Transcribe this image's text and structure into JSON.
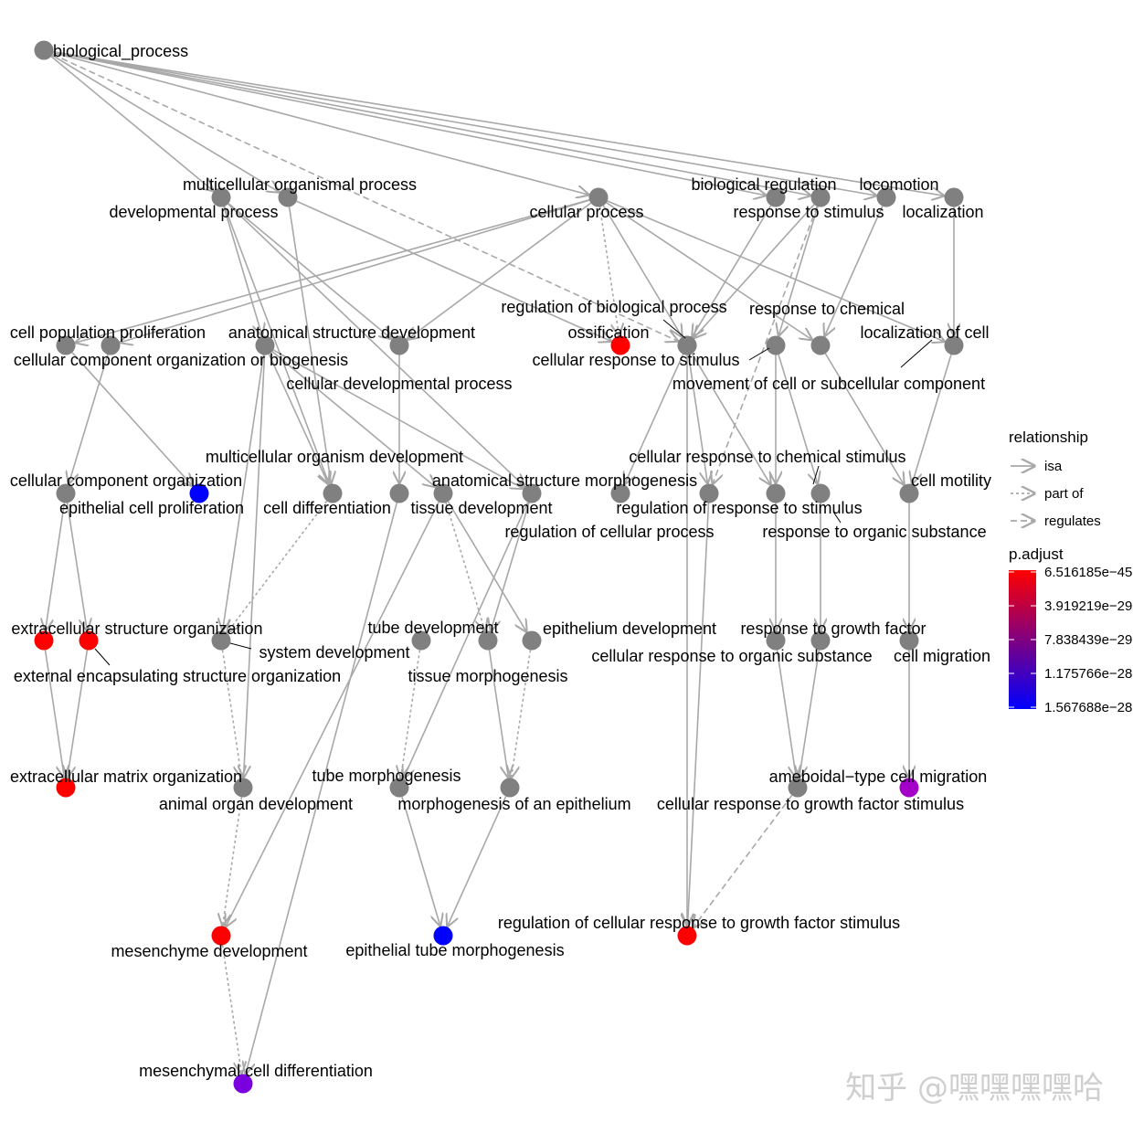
{
  "colors": {
    "neutral": "#808080",
    "edge": "#a8a8a8",
    "red": "#ff0000",
    "purple": "#a300c8",
    "violet": "#7a00e0",
    "blue": "#0000ff"
  },
  "nodes": [
    {
      "id": "bp",
      "label": "biological_process",
      "color": "#808080"
    },
    {
      "id": "mop",
      "label": "multicellular organismal process",
      "color": "#808080"
    },
    {
      "id": "dev",
      "label": "developmental process",
      "color": "#808080"
    },
    {
      "id": "cp",
      "label": "cellular process",
      "color": "#808080"
    },
    {
      "id": "breg",
      "label": "biological regulation",
      "color": "#808080"
    },
    {
      "id": "rts",
      "label": "response to stimulus",
      "color": "#808080"
    },
    {
      "id": "loco",
      "label": "locomotion",
      "color": "#808080"
    },
    {
      "id": "loc",
      "label": "localization",
      "color": "#808080"
    },
    {
      "id": "rbp",
      "label": "regulation of biological process",
      "color": "#808080"
    },
    {
      "id": "rchem",
      "label": "response to chemical",
      "color": "#808080"
    },
    {
      "id": "cpp",
      "label": "cell population proliferation",
      "color": "#808080"
    },
    {
      "id": "asd",
      "label": "anatomical structure development",
      "color": "#808080"
    },
    {
      "id": "ossi",
      "label": "ossification",
      "color": "#ff0000"
    },
    {
      "id": "locc",
      "label": "localization of cell",
      "color": "#808080"
    },
    {
      "id": "ccob",
      "label": "cellular component organization or biogenesis",
      "color": "#808080"
    },
    {
      "id": "crs",
      "label": "cellular response to stimulus",
      "color": "#808080"
    },
    {
      "id": "cdp",
      "label": "cellular developmental process",
      "color": "#808080"
    },
    {
      "id": "mcsc",
      "label": "movement of cell or subcellular component",
      "color": "#808080"
    },
    {
      "id": "mod",
      "label": "multicellular organism development",
      "color": "#808080"
    },
    {
      "id": "ccrcs",
      "label": "cellular response to chemical stimulus",
      "color": "#808080"
    },
    {
      "id": "cco",
      "label": "cellular component organization",
      "color": "#808080"
    },
    {
      "id": "asm",
      "label": "anatomical structure morphogenesis",
      "color": "#808080"
    },
    {
      "id": "cmot",
      "label": "cell motility",
      "color": "#808080"
    },
    {
      "id": "ecp",
      "label": "epithelial cell proliferation",
      "color": "#0000ff"
    },
    {
      "id": "cdiff",
      "label": "cell differentiation",
      "color": "#808080"
    },
    {
      "id": "tdev",
      "label": "tissue development",
      "color": "#808080"
    },
    {
      "id": "rrs",
      "label": "regulation of response to stimulus",
      "color": "#808080"
    },
    {
      "id": "rcp",
      "label": "regulation of cellular process",
      "color": "#808080"
    },
    {
      "id": "ros",
      "label": "response to organic substance",
      "color": "#808080"
    },
    {
      "id": "eso",
      "label": "extracellular structure organization",
      "color": "#ff0000"
    },
    {
      "id": "tubd",
      "label": "tube development",
      "color": "#808080"
    },
    {
      "id": "epd",
      "label": "epithelium development",
      "color": "#808080"
    },
    {
      "id": "rgf",
      "label": "response to growth factor",
      "color": "#808080"
    },
    {
      "id": "sysd",
      "label": "system development",
      "color": "#808080"
    },
    {
      "id": "cros",
      "label": "cellular response to organic substance",
      "color": "#808080"
    },
    {
      "id": "cmig",
      "label": "cell migration",
      "color": "#808080"
    },
    {
      "id": "eeso",
      "label": "external encapsulating structure organization",
      "color": "#ff0000"
    },
    {
      "id": "tmor",
      "label": "tissue morphogenesis",
      "color": "#808080"
    },
    {
      "id": "emo",
      "label": "extracellular matrix organization",
      "color": "#ff0000"
    },
    {
      "id": "tubm",
      "label": "tube morphogenesis",
      "color": "#808080"
    },
    {
      "id": "amcm",
      "label": "ameboidal−type cell migration",
      "color": "#a300c8"
    },
    {
      "id": "aod",
      "label": "animal organ development",
      "color": "#808080"
    },
    {
      "id": "moe",
      "label": "morphogenesis of an epithelium",
      "color": "#808080"
    },
    {
      "id": "crgf",
      "label": "cellular response to growth factor stimulus",
      "color": "#808080"
    },
    {
      "id": "rcrgf",
      "label": "regulation of cellular response to growth factor stimulus",
      "color": "#ff0000"
    },
    {
      "id": "mesd",
      "label": "mesenchyme development",
      "color": "#ff0000"
    },
    {
      "id": "etm",
      "label": "epithelial tube morphogenesis",
      "color": "#0000ff"
    },
    {
      "id": "mcd",
      "label": "mesenchymal cell differentiation",
      "color": "#7a00e0"
    }
  ],
  "edges": [
    {
      "from": "bp",
      "to": "dev",
      "type": "isa"
    },
    {
      "from": "bp",
      "to": "mop",
      "type": "isa"
    },
    {
      "from": "bp",
      "to": "cp",
      "type": "isa"
    },
    {
      "from": "bp",
      "to": "breg",
      "type": "isa"
    },
    {
      "from": "bp",
      "to": "rts",
      "type": "isa"
    },
    {
      "from": "bp",
      "to": "loco",
      "type": "isa"
    },
    {
      "from": "bp",
      "to": "loc",
      "type": "isa"
    },
    {
      "from": "bp",
      "to": "crs",
      "type": "regulates"
    },
    {
      "from": "mop",
      "to": "mod",
      "type": "isa"
    },
    {
      "from": "mop",
      "to": "ossi",
      "type": "isa"
    },
    {
      "from": "dev",
      "to": "asd",
      "type": "isa"
    },
    {
      "from": "dev",
      "to": "cdp",
      "type": "isa"
    },
    {
      "from": "dev",
      "to": "mod",
      "type": "isa"
    },
    {
      "from": "dev",
      "to": "asm",
      "type": "isa"
    },
    {
      "from": "cp",
      "to": "cpp",
      "type": "isa"
    },
    {
      "from": "cp",
      "to": "ccob",
      "type": "isa"
    },
    {
      "from": "cp",
      "to": "cdp",
      "type": "isa"
    },
    {
      "from": "cp",
      "to": "crs",
      "type": "isa"
    },
    {
      "from": "cp",
      "to": "mcsc",
      "type": "isa"
    },
    {
      "from": "cp",
      "to": "locc",
      "type": "isa"
    },
    {
      "from": "cp",
      "to": "ossi",
      "type": "partof"
    },
    {
      "from": "breg",
      "to": "rbp",
      "type": "isa"
    },
    {
      "from": "rts",
      "to": "rchem",
      "type": "isa"
    },
    {
      "from": "rts",
      "to": "crs",
      "type": "isa"
    },
    {
      "from": "rts",
      "to": "rrs",
      "type": "regulates"
    },
    {
      "from": "loco",
      "to": "mcsc",
      "type": "isa"
    },
    {
      "from": "loc",
      "to": "locc",
      "type": "isa"
    },
    {
      "from": "rbp",
      "to": "rcp",
      "type": "isa"
    },
    {
      "from": "rbp",
      "to": "rrs",
      "type": "isa"
    },
    {
      "from": "rchem",
      "to": "ccrcs",
      "type": "isa"
    },
    {
      "from": "rchem",
      "to": "ros",
      "type": "isa"
    },
    {
      "from": "cpp",
      "to": "ecp",
      "type": "isa"
    },
    {
      "from": "ccob",
      "to": "cco",
      "type": "isa"
    },
    {
      "from": "asd",
      "to": "mod",
      "type": "isa"
    },
    {
      "from": "asd",
      "to": "tdev",
      "type": "isa"
    },
    {
      "from": "asd",
      "to": "sysd",
      "type": "isa"
    },
    {
      "from": "asd",
      "to": "aod",
      "type": "isa"
    },
    {
      "from": "asd",
      "to": "asm",
      "type": "isa"
    },
    {
      "from": "cdp",
      "to": "cdiff",
      "type": "isa"
    },
    {
      "from": "crs",
      "to": "ccrcs",
      "type": "isa"
    },
    {
      "from": "crs",
      "to": "rcrgf",
      "type": "isa"
    },
    {
      "from": "mcsc",
      "to": "cmot",
      "type": "isa"
    },
    {
      "from": "locc",
      "to": "cmot",
      "type": "isa"
    },
    {
      "from": "mod",
      "to": "sysd",
      "type": "partof"
    },
    {
      "from": "cco",
      "to": "eso",
      "type": "isa"
    },
    {
      "from": "cco",
      "to": "eeso",
      "type": "isa"
    },
    {
      "from": "asm",
      "to": "tmor",
      "type": "isa"
    },
    {
      "from": "asm",
      "to": "tubm",
      "type": "isa"
    },
    {
      "from": "cdiff",
      "to": "mcd",
      "type": "isa"
    },
    {
      "from": "tdev",
      "to": "epd",
      "type": "isa"
    },
    {
      "from": "tdev",
      "to": "mesd",
      "type": "isa"
    },
    {
      "from": "tdev",
      "to": "tmor",
      "type": "partof"
    },
    {
      "from": "rrs",
      "to": "rcrgf",
      "type": "isa"
    },
    {
      "from": "ros",
      "to": "rgf",
      "type": "isa"
    },
    {
      "from": "ccrcs",
      "to": "cros",
      "type": "isa"
    },
    {
      "from": "cmot",
      "to": "cmig",
      "type": "isa"
    },
    {
      "from": "eso",
      "to": "emo",
      "type": "isa"
    },
    {
      "from": "eeso",
      "to": "emo",
      "type": "isa"
    },
    {
      "from": "tubd",
      "to": "tubm",
      "type": "partof"
    },
    {
      "from": "epd",
      "to": "moe",
      "type": "partof"
    },
    {
      "from": "rgf",
      "to": "crgf",
      "type": "isa"
    },
    {
      "from": "cros",
      "to": "crgf",
      "type": "isa"
    },
    {
      "from": "cmig",
      "to": "amcm",
      "type": "isa"
    },
    {
      "from": "tmor",
      "to": "moe",
      "type": "isa"
    },
    {
      "from": "sysd",
      "to": "aod",
      "type": "partof"
    },
    {
      "from": "aod",
      "to": "mesd",
      "type": "partof"
    },
    {
      "from": "tubm",
      "to": "etm",
      "type": "isa"
    },
    {
      "from": "moe",
      "to": "etm",
      "type": "isa"
    },
    {
      "from": "crgf",
      "to": "rcrgf",
      "type": "regulates"
    },
    {
      "from": "mesd",
      "to": "mcd",
      "type": "partof"
    }
  ],
  "legend": {
    "relationship_title": "relationship",
    "relationship_items": [
      {
        "label": "isa",
        "style": "solid"
      },
      {
        "label": "part of",
        "style": "dotted"
      },
      {
        "label": "regulates",
        "style": "dashed"
      }
    ],
    "padjust_title": "p.adjust",
    "padjust_ticks": [
      "6.516185e−45",
      "3.919219e−29",
      "7.838439e−29",
      "1.175766e−28",
      "1.567688e−28"
    ],
    "gradient": [
      "#ff0000",
      "#0000ff"
    ]
  },
  "watermark": "知乎 @嘿嘿嘿嘿哈"
}
